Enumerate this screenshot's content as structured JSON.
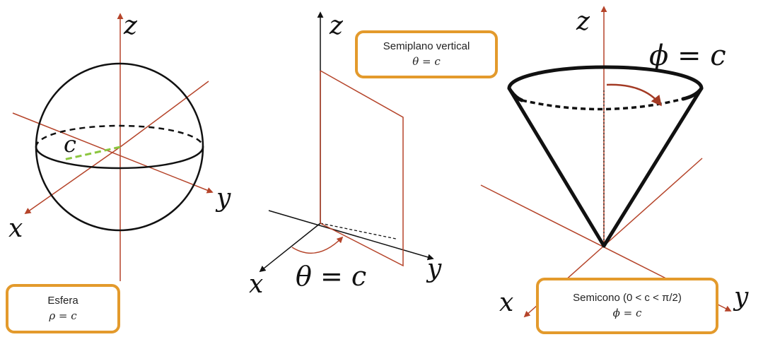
{
  "axes": {
    "x": "x",
    "y": "y",
    "z": "z"
  },
  "sphere": {
    "radius_label": "c",
    "box_title": "Esfera",
    "box_formula": "ρ = c"
  },
  "halfplane": {
    "angle_label": "θ = c",
    "box_title": "Semiplano vertical",
    "box_formula": "θ = c"
  },
  "cone": {
    "top_label": "ϕ = c",
    "box_title": "Semicono (0 < c < π/2)",
    "box_formula": "ϕ = c"
  },
  "colors": {
    "axis": "#b5442a",
    "box_border": "#e39a2c",
    "radius": "#8cc63f",
    "shape": "#111111"
  }
}
